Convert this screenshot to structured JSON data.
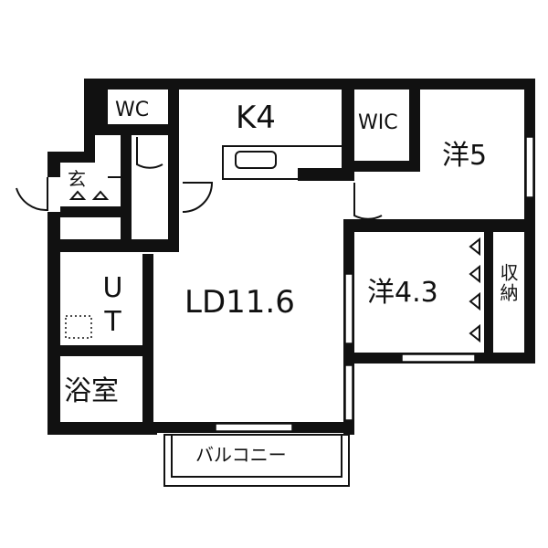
{
  "floorplan": {
    "rooms": {
      "wc": "WC",
      "kitchen": "K4",
      "wic": "WIC",
      "western_room_1": "洋5",
      "entrance": "玄",
      "utility": "UT",
      "ldk": "LD11.6",
      "western_room_2": "洋4.3",
      "storage": "収納",
      "bathroom": "浴室",
      "balcony": "バルコニー"
    },
    "colors": {
      "wall": "#111111",
      "background": "#ffffff"
    }
  }
}
